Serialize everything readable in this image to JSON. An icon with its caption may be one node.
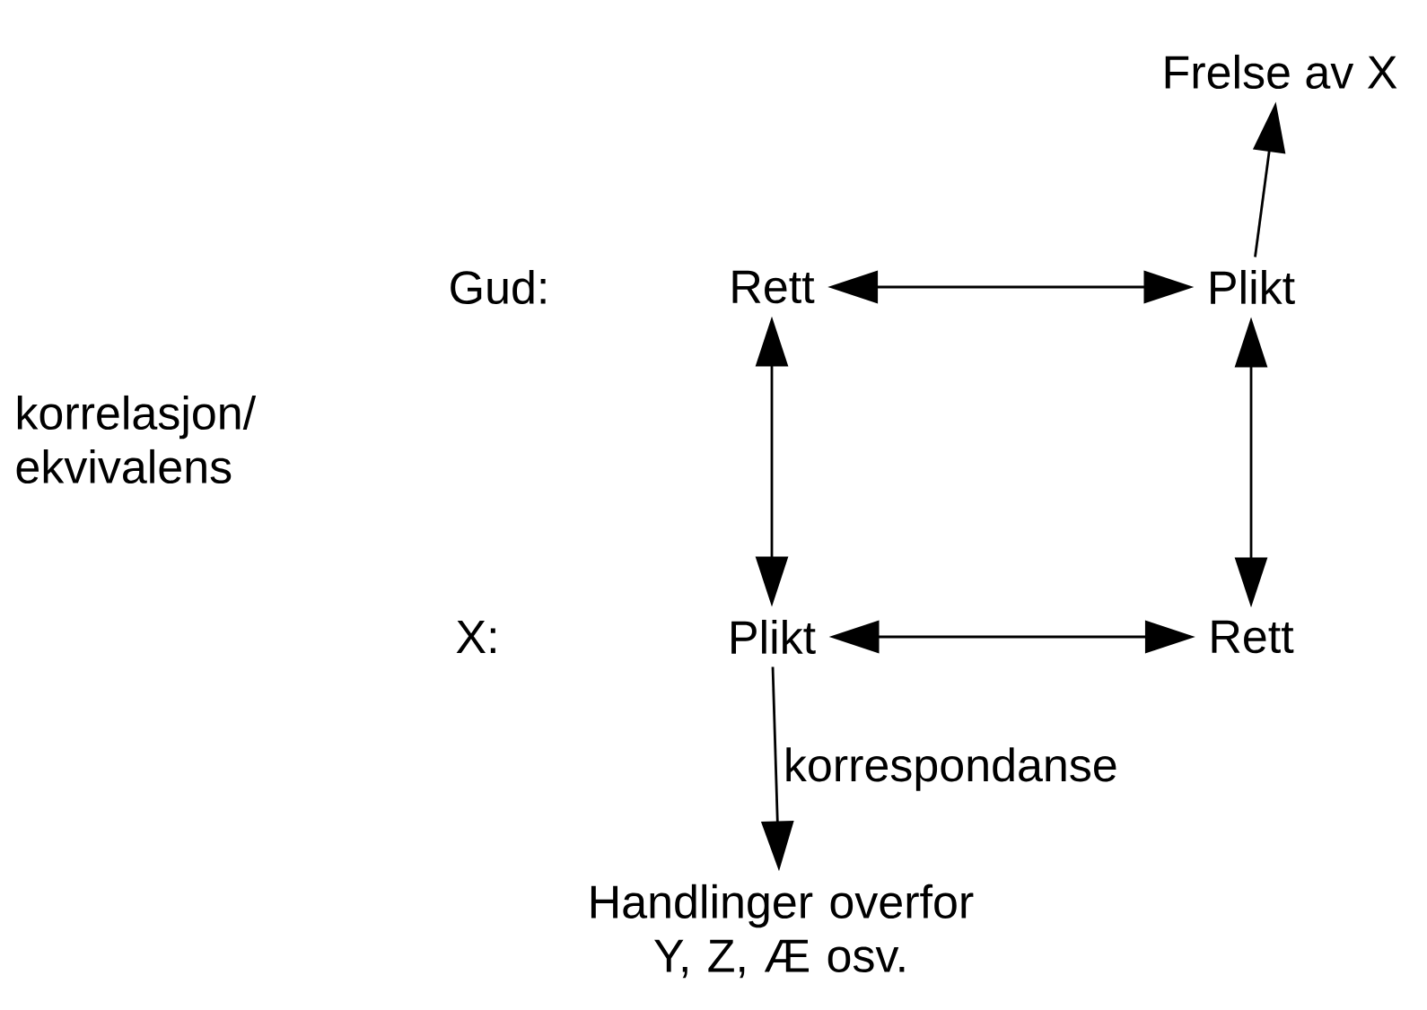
{
  "diagram": {
    "nodes": [
      {
        "text": [
          "Frelse av X"
        ]
      },
      {
        "text": [
          "Rett"
        ]
      },
      {
        "text": [
          "Plikt"
        ]
      },
      {
        "text": [
          "Plikt"
        ]
      },
      {
        "text": [
          "Rett"
        ]
      },
      {
        "text": [
          "Handlinger overfor Y, Z, Æ osv."
        ]
      }
    ],
    "edges": [
      {
        "from": 2,
        "to": 0,
        "arrow": "to"
      },
      {
        "from": 1,
        "to": 2,
        "arrow": "both"
      },
      {
        "from": 1,
        "to": 3,
        "arrow": "both"
      },
      {
        "from": 2,
        "to": 4,
        "arrow": "both"
      },
      {
        "from": 3,
        "to": 4,
        "arrow": "both"
      },
      {
        "from": 3,
        "to": 5,
        "arrow": "to",
        "label": "korrespondanse"
      }
    ],
    "labels": [
      "Gud:",
      "korrelasjon/ ekvivalens",
      "X:"
    ]
  }
}
